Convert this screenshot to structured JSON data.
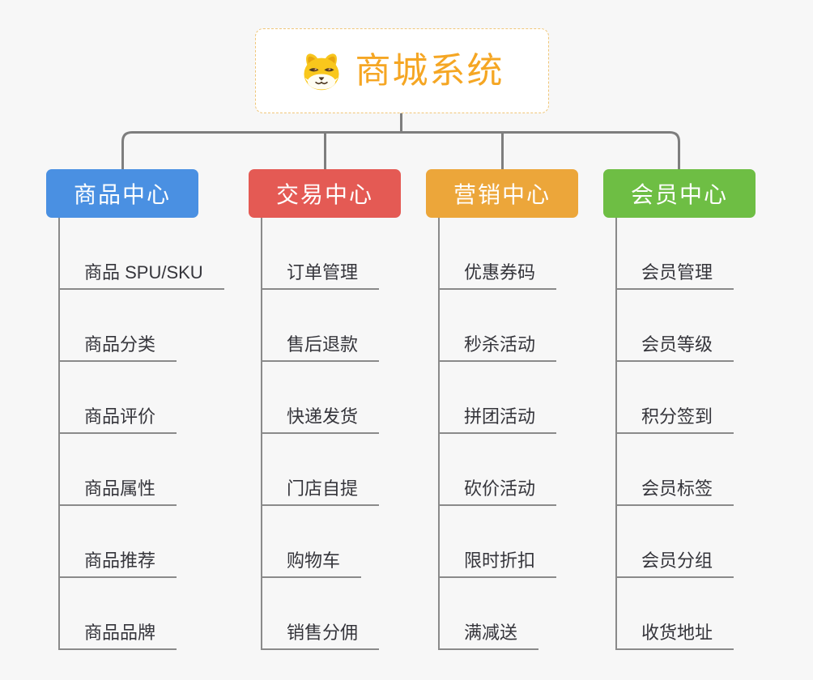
{
  "root": {
    "title": "商城系统",
    "icon": "shiba-dog-icon"
  },
  "branches": [
    {
      "label": "商品中心",
      "color": "#4a90e2",
      "items": [
        "商品 SPU/SKU",
        "商品分类",
        "商品评价",
        "商品属性",
        "商品推荐",
        "商品品牌"
      ]
    },
    {
      "label": "交易中心",
      "color": "#e45a54",
      "items": [
        "订单管理",
        "售后退款",
        "快递发货",
        "门店自提",
        "购物车",
        "销售分佣"
      ]
    },
    {
      "label": "营销中心",
      "color": "#eca63a",
      "items": [
        "优惠券码",
        "秒杀活动",
        "拼团活动",
        "砍价活动",
        "限时折扣",
        "满减送"
      ]
    },
    {
      "label": "会员中心",
      "color": "#6ebe44",
      "items": [
        "会员管理",
        "会员等级",
        "积分签到",
        "会员标签",
        "会员分组",
        "收货地址"
      ]
    }
  ],
  "palette": {
    "background": "#f7f7f7",
    "connector_line": "#7e7e7e",
    "leaf_underline": "#8a8a8a",
    "leaf_text": "#35353b",
    "root_accent": "#f5a623",
    "root_border": "#f0c678"
  }
}
